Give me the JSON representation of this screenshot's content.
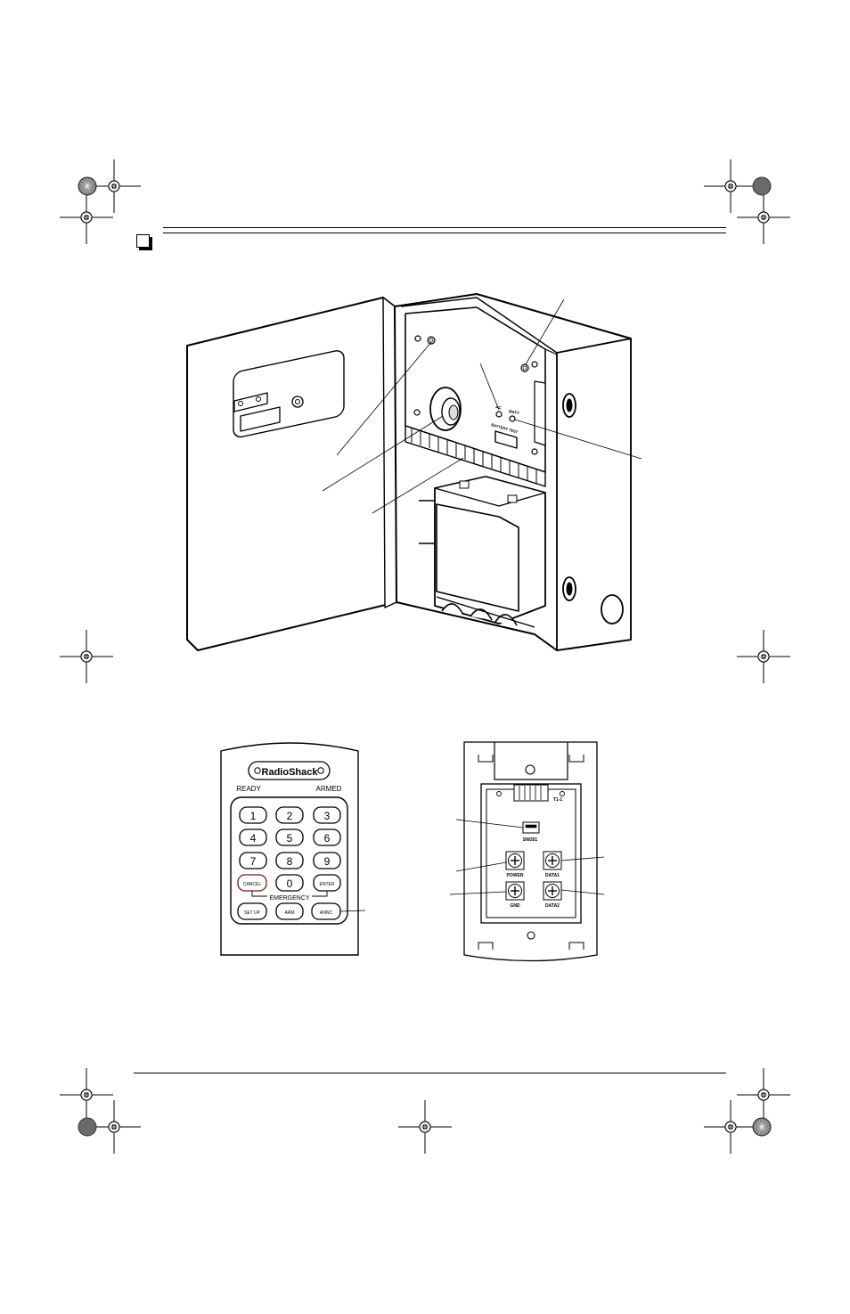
{
  "panel": {
    "ac_label": "AC",
    "batt_label": "BATT",
    "battery_test_label": "BATTERY TEST"
  },
  "keypad": {
    "brand": "RadioShack",
    "ready_label": "READY",
    "armed_label": "ARMED",
    "keys": [
      "1",
      "2",
      "3",
      "4",
      "5",
      "6",
      "7",
      "8",
      "9"
    ],
    "cancel_label": "CANCEL",
    "zero_label": "0",
    "enter_label": "ENTER",
    "emergency_label": "EMERGENCY",
    "setup_label": "SET UP",
    "arm_label": "ARM",
    "annc_label": "ANNC"
  },
  "keypad_back": {
    "jumper_label": "T1-1",
    "switch_label": "SW201",
    "power_label": "POWER",
    "data1_label": "DATA1",
    "gnd_label": "GND",
    "data2_label": "DATA2"
  }
}
